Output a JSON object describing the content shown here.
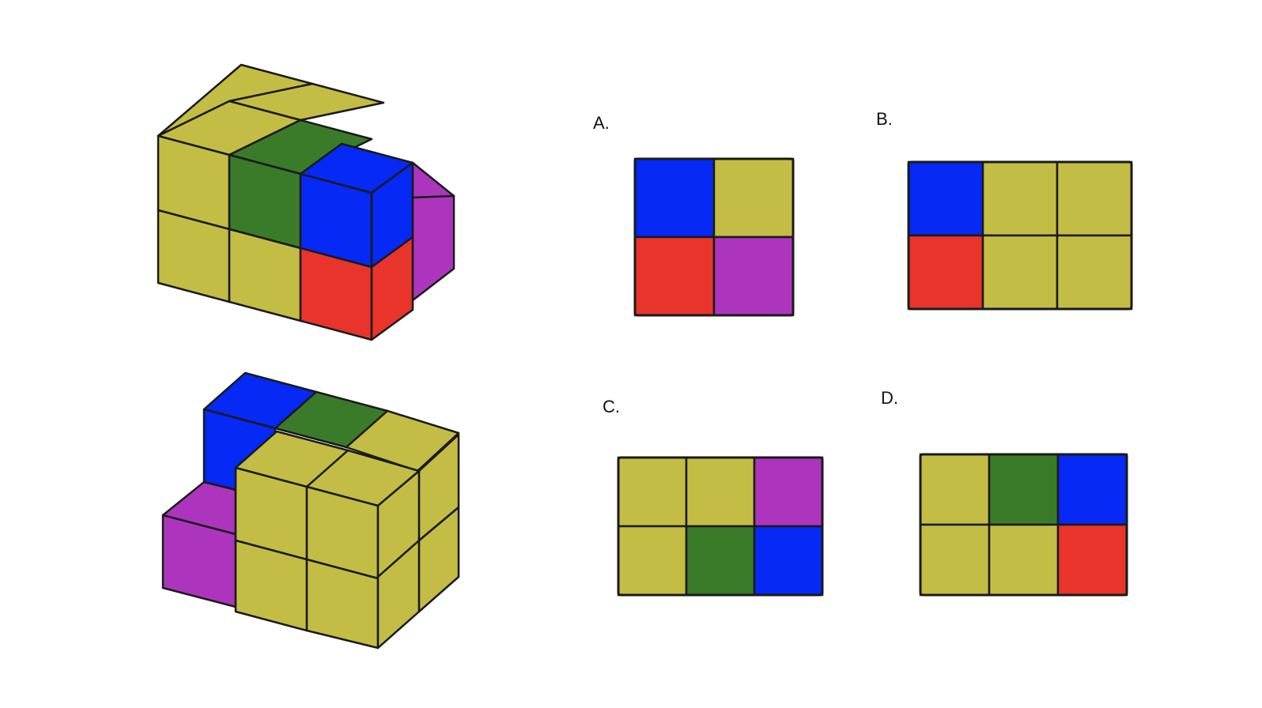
{
  "colors": {
    "yellow": "#c3bd45",
    "green": "#3a7b2a",
    "blue": "#0629f5",
    "red": "#e8342b",
    "purple": "#ad35be",
    "outline": "#1a1a1a"
  },
  "views": [
    {
      "name": "solid-view-1",
      "faces": [
        {
          "name": "top-face-y-back-left",
          "color": "yellow"
        },
        {
          "name": "top-face-y-back-right",
          "color": "yellow"
        },
        {
          "name": "top-face-y-left",
          "color": "yellow"
        },
        {
          "name": "top-face-green",
          "color": "green"
        },
        {
          "name": "front-face-y-upper-left",
          "color": "yellow"
        },
        {
          "name": "front-face-green",
          "color": "green"
        },
        {
          "name": "front-face-blue",
          "color": "blue"
        },
        {
          "name": "top-face-blue",
          "color": "blue"
        },
        {
          "name": "side-face-blue",
          "color": "blue"
        },
        {
          "name": "front-face-y-lower-left",
          "color": "yellow"
        },
        {
          "name": "front-face-y-lower-mid",
          "color": "yellow"
        },
        {
          "name": "front-face-red",
          "color": "red"
        },
        {
          "name": "side-face-red",
          "color": "red"
        },
        {
          "name": "top-face-purple",
          "color": "purple"
        },
        {
          "name": "side-face-purple",
          "color": "purple"
        }
      ]
    },
    {
      "name": "solid-view-2",
      "faces": [
        {
          "name": "top-face-blue",
          "color": "blue"
        },
        {
          "name": "top-face-green",
          "color": "green"
        },
        {
          "name": "top-face-y-back-right",
          "color": "yellow"
        },
        {
          "name": "front-face-blue",
          "color": "blue"
        },
        {
          "name": "top-face-purple",
          "color": "purple"
        },
        {
          "name": "front-face-purple",
          "color": "purple"
        },
        {
          "name": "top-face-y-front-left",
          "color": "yellow"
        },
        {
          "name": "top-face-y-front-right",
          "color": "yellow"
        },
        {
          "name": "front-face-y-upper-left",
          "color": "yellow"
        },
        {
          "name": "front-face-y-upper-right",
          "color": "yellow"
        },
        {
          "name": "front-face-y-lower-left",
          "color": "yellow"
        },
        {
          "name": "front-face-y-lower-right",
          "color": "yellow"
        },
        {
          "name": "side-face-y-upper-front",
          "color": "yellow"
        },
        {
          "name": "side-face-y-upper-back",
          "color": "yellow"
        },
        {
          "name": "side-face-y-lower-front",
          "color": "yellow"
        },
        {
          "name": "side-face-y-lower-back",
          "color": "yellow"
        }
      ]
    }
  ],
  "options": [
    {
      "label": "A.",
      "grid": [
        [
          "blue",
          "yellow"
        ],
        [
          "red",
          "purple"
        ]
      ]
    },
    {
      "label": "B.",
      "grid": [
        [
          "blue",
          "yellow",
          "yellow"
        ],
        [
          "red",
          "yellow",
          "yellow"
        ]
      ]
    },
    {
      "label": "C.",
      "grid": [
        [
          "yellow",
          "yellow",
          "purple"
        ],
        [
          "yellow",
          "green",
          "blue"
        ]
      ]
    },
    {
      "label": "D.",
      "grid": [
        [
          "yellow",
          "green",
          "blue"
        ],
        [
          "yellow",
          "yellow",
          "red"
        ]
      ]
    }
  ]
}
